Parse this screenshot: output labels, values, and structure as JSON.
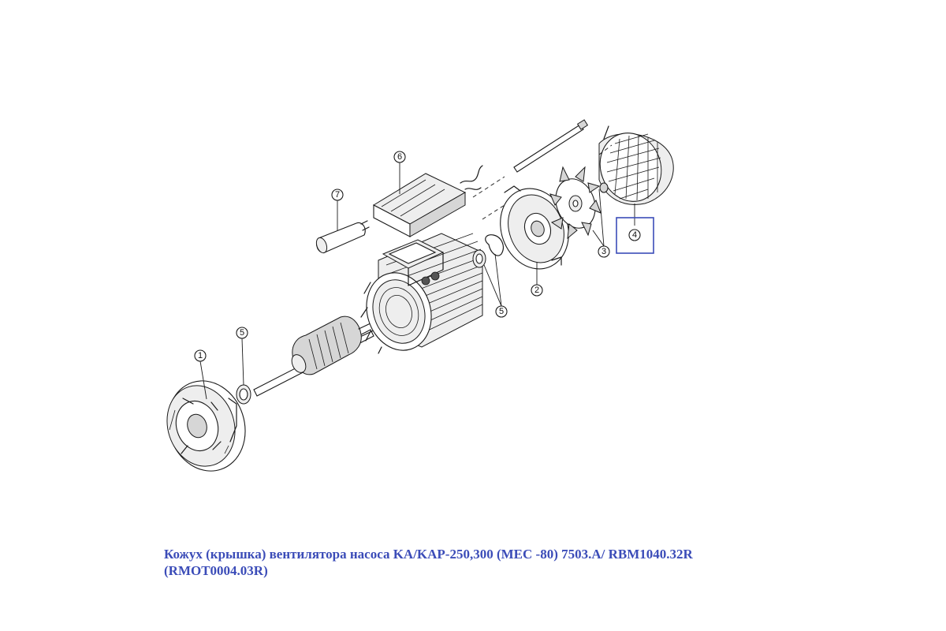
{
  "caption": {
    "line1": "Кожух (крышка) вентилятора насоса KA/KAP-250,300 (MEC -80) 7503.A/ RBM1040.32R",
    "line2": "(RMOT0004.03R)"
  },
  "callouts": {
    "c1": "1",
    "c2": "2",
    "c3": "3",
    "c4": "4",
    "c5a": "5",
    "c5b": "5",
    "c6": "6",
    "c7": "7"
  },
  "colors": {
    "caption": "#3b4cb8",
    "highlight": "#3b4cb8",
    "line": "#1a1a1a"
  }
}
